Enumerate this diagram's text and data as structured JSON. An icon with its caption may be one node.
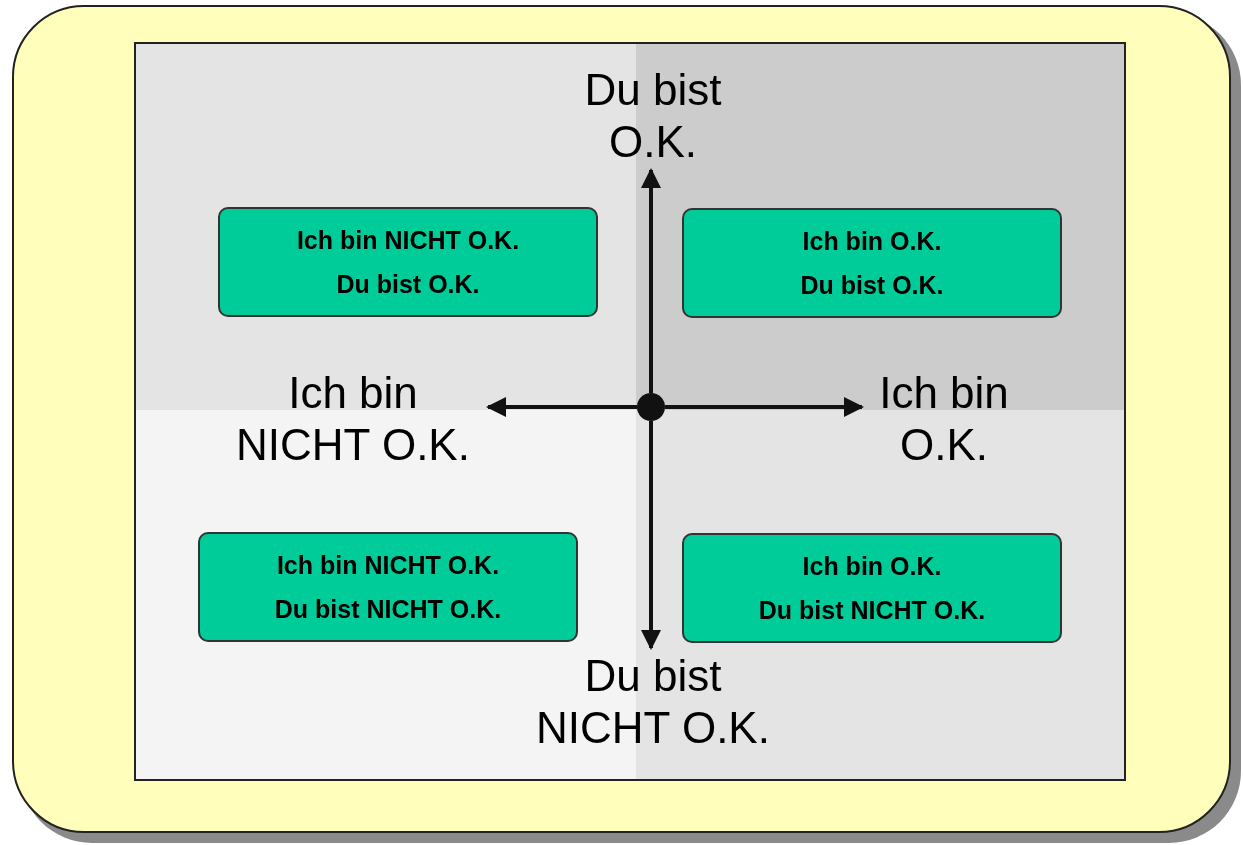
{
  "diagram": {
    "nodes": [
      {
        "text": [
          "Du bist O.K."
        ]
      },
      {
        "text": [
          "Ich bin NICHT O.K.",
          "Du bist O.K."
        ]
      },
      {
        "text": [
          "Ich bin O.K.",
          "Du bist O.K."
        ]
      },
      {
        "text": [
          "Ich bin NICHT O.K."
        ]
      },
      {
        "text": [],
        "shape": "circle"
      },
      {
        "text": [
          "Ich bin O.K."
        ]
      },
      {
        "text": [
          "Ich bin NICHT O.K.",
          "Du bist NICHT O.K."
        ]
      },
      {
        "text": [
          "Ich bin O.K.",
          "Du bist NICHT O.K."
        ]
      },
      {
        "text": [
          "Du bist NICHT O.K."
        ]
      }
    ],
    "edges": [
      {
        "from": 4,
        "to": 0,
        "arrow": "to"
      },
      {
        "from": 4,
        "to": 3,
        "arrow": "to"
      },
      {
        "from": 4,
        "to": 5,
        "arrow": "to"
      },
      {
        "from": 4,
        "to": 8,
        "arrow": "to"
      }
    ]
  }
}
